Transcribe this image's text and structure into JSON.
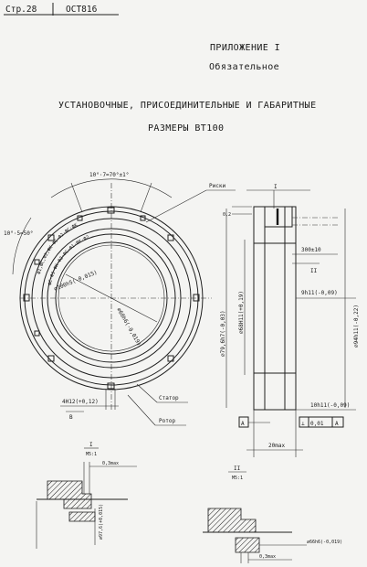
{
  "header": {
    "page_label": "Стр.28",
    "standard_code": "ОСТ816"
  },
  "appendix": {
    "title": "ПРИЛОЖЕНИЕ I",
    "status": "Обязательное"
  },
  "heading": {
    "line1": "УСТАНОВОЧНЫЕ, ПРИСОЕДИНИТЕЛЬНЫЕ И ГАБАРИТНЫЕ",
    "line2": "РАЗМЕРЫ ВТ100"
  },
  "front_view": {
    "angle_top": "10°·7=70°±1°",
    "angle_left": "10°·5=50°",
    "label_risks": "Риски",
    "dim_inner": "⌀100h5(-0,015)",
    "dim_inner2": "⌀60h6(-0,019)",
    "label_stator": "Статор",
    "label_rotor": "Ротор",
    "dim_slot": "4H12(+0,12)",
    "view_b": "В",
    "ring_text_outer": "Ф1,ФС,Ф2,ФК·ФС·Ф2·ФС·ФК",
    "ring_text_inner": "ФС·Ф1·ФК·Ф2·ФС·Ф1·ФК·Ф2"
  },
  "side_view": {
    "section_mark": "I",
    "section_mark2": "II",
    "dim_top": "0,2",
    "dim_300": "300±10",
    "dim_9h11": "9h11(-0,09)",
    "dim_79": "⌀79,6h7(-0,03)",
    "dim_68": "⌀68H11(+0,19)",
    "dim_94": "⌀94h11(-0,22)",
    "dim_10h": "10h11(-0,09)",
    "datum": "A",
    "tolerance_sym": "⊥",
    "tolerance_val": "0,01",
    "tolerance_ref": "A",
    "dim_20": "20max"
  },
  "detail_1": {
    "mark": "I",
    "scale": "М5:1",
    "dim_03": "0,3max",
    "dim_97": "⌀97,6(+0,015)"
  },
  "detail_2": {
    "mark": "II",
    "scale": "М5:1",
    "dim_66": "⌀66h6(-0,019)",
    "dim_03": "0,3max"
  }
}
